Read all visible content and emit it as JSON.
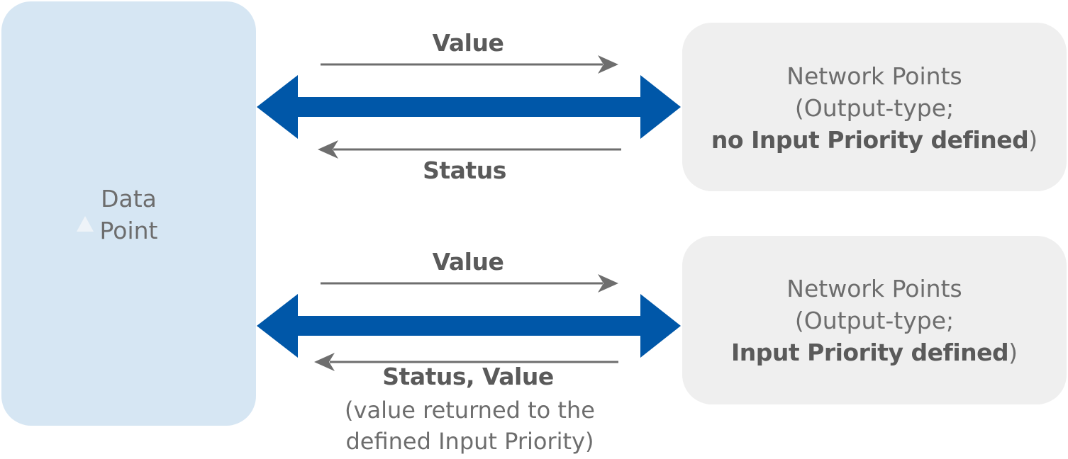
{
  "data_point": {
    "line1": "Data",
    "line2": "Point"
  },
  "network_top": {
    "line1": "Network Points",
    "line2": "(Output-type;",
    "line3_bold": "no Input Priority defined",
    "line3_suffix": ")"
  },
  "network_bottom": {
    "line1": "Network Points",
    "line2": "(Output-type;",
    "line3_bold": "Input Priority defined",
    "line3_suffix": ")"
  },
  "flow_top": {
    "forward_label": "Value",
    "return_label": "Status"
  },
  "flow_bottom": {
    "forward_label": "Value",
    "return_label": "Status, Value",
    "note_line1": "(value returned to the",
    "note_line2": "defined Input Priority)"
  },
  "colors": {
    "data_point_fill": "#d6e6f3",
    "network_fill": "#efefef",
    "connector_blue": "#0057a8",
    "thin_arrow_gray": "#6e6e6e",
    "text_gray": "#6d6d6d"
  }
}
